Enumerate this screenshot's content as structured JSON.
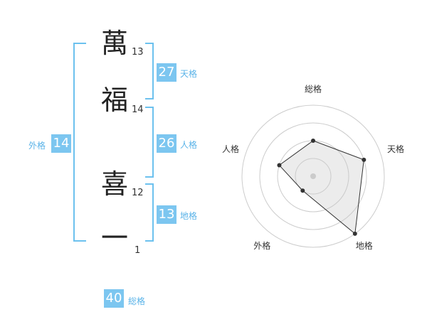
{
  "name": {
    "chars": [
      {
        "char": "萬",
        "strokes": "13"
      },
      {
        "char": "福",
        "strokes": "14"
      },
      {
        "char": "喜",
        "strokes": "12"
      },
      {
        "char": "一",
        "strokes": "1"
      }
    ]
  },
  "fortunes": {
    "tenkaku": {
      "value": "27",
      "label": "天格"
    },
    "jinkaku": {
      "value": "26",
      "label": "人格"
    },
    "chikaku": {
      "value": "13",
      "label": "地格"
    },
    "gaikaku": {
      "value": "14",
      "label": "外格"
    },
    "soukaku": {
      "value": "40",
      "label": "総格"
    }
  },
  "colors": {
    "accent": "#7cc6f0",
    "bracket": "#6cc1ee",
    "label": "#5ab3e8"
  },
  "chart_data": {
    "type": "radar",
    "axes": [
      "総格",
      "天格",
      "地格",
      "外格",
      "人格"
    ],
    "rings": 4,
    "max": 4,
    "values": [
      2,
      3,
      4,
      1,
      2
    ]
  }
}
